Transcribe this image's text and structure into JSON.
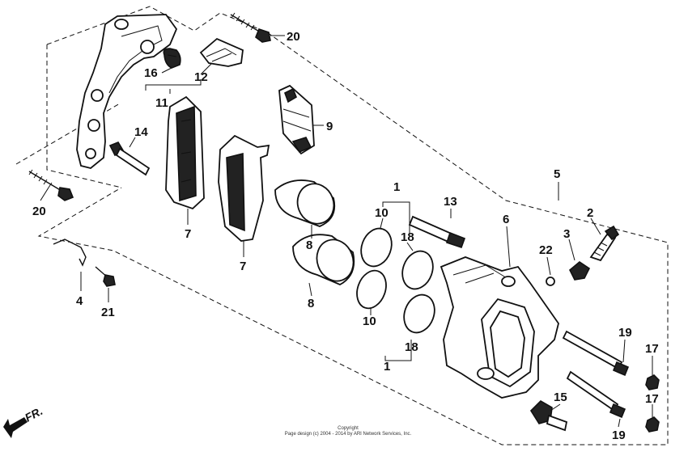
{
  "callouts": {
    "c1_top": "1",
    "c1_bottom": "1",
    "c2": "2",
    "c3": "3",
    "c4": "4",
    "c5": "5",
    "c6": "6",
    "c7a": "7",
    "c7b": "7",
    "c8a": "8",
    "c8b": "8",
    "c9": "9",
    "c10a": "10",
    "c10b": "10",
    "c11": "11",
    "c12": "12",
    "c13": "13",
    "c14": "14",
    "c15": "15",
    "c16": "16",
    "c17a": "17",
    "c17b": "17",
    "c18a": "18",
    "c18b": "18",
    "c19a": "19",
    "c19b": "19",
    "c20a": "20",
    "c20b": "20",
    "c21": "21",
    "c22": "22"
  },
  "direction_label": "FR.",
  "copyright": {
    "line1": "Copyright",
    "line2": "Page design (c) 2004 - 2014 by ARI Network Services, Inc."
  }
}
